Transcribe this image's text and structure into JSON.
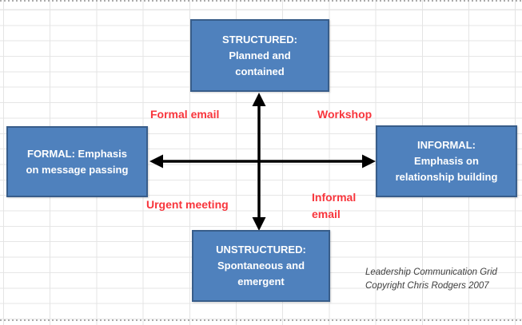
{
  "diagram": {
    "title": "Leadership Communication Grid",
    "boxes": {
      "top": "STRUCTURED:\nPlanned and\ncontained",
      "left": "FORMAL: Emphasis\non message passing",
      "right": "INFORMAL:\nEmphasis on\nrelationship building",
      "bottom": "UNSTRUCTURED:\nSpontaneous and\nemergent"
    },
    "quadrant_labels": {
      "top_left": "Formal email",
      "top_right": "Workshop",
      "bottom_left": "Urgent meeting",
      "bottom_right": "Informal\nemail"
    },
    "attribution": {
      "line1": "Leadership Communication Grid",
      "line2": "Copyright Chris Rodgers 2007"
    },
    "colors": {
      "box_fill": "#4f81bd",
      "box_border": "#385d8a",
      "box_text": "#ffffff",
      "label_red": "#f8353c",
      "arrow": "#000000",
      "gridline": "#e4e4e4",
      "attribution_text": "#3d3d3d"
    }
  }
}
